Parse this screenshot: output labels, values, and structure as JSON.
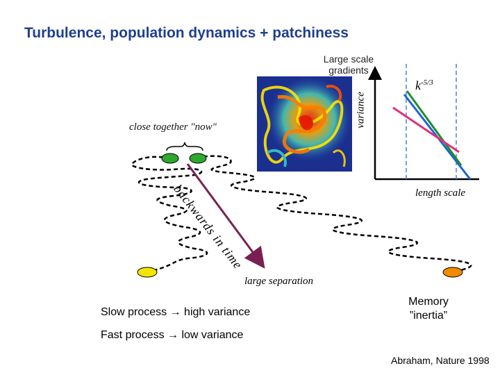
{
  "title": "Turbulence, population dynamics + patchiness",
  "heatmap_caption": "Large scale gradients",
  "labels": {
    "close_together": "close together \"now\"",
    "backwards_in_time": "backwards in time",
    "large_separation": "large separation",
    "variance_axis": "variance",
    "length_scale_axis": "length scale",
    "k_base": "k",
    "k_exponent": "-5/3"
  },
  "bullets": {
    "slow": "Slow process → high variance",
    "fast": "Fast process → low variance"
  },
  "memory": {
    "line1": "Memory",
    "line2": "”inertia”"
  },
  "citation": "Abraham, Nature 1998",
  "colors": {
    "title": "#1f3f8f",
    "arrow": "#7a2050",
    "particle_green": "#2ea82e",
    "particle_yellow": "#f2e600",
    "particle_orange": "#f08a00",
    "line_blue": "#1e64d2",
    "line_green": "#1f8c2e",
    "line_pink": "#e0307a",
    "dashed_blue": "#4a7fd6"
  }
}
